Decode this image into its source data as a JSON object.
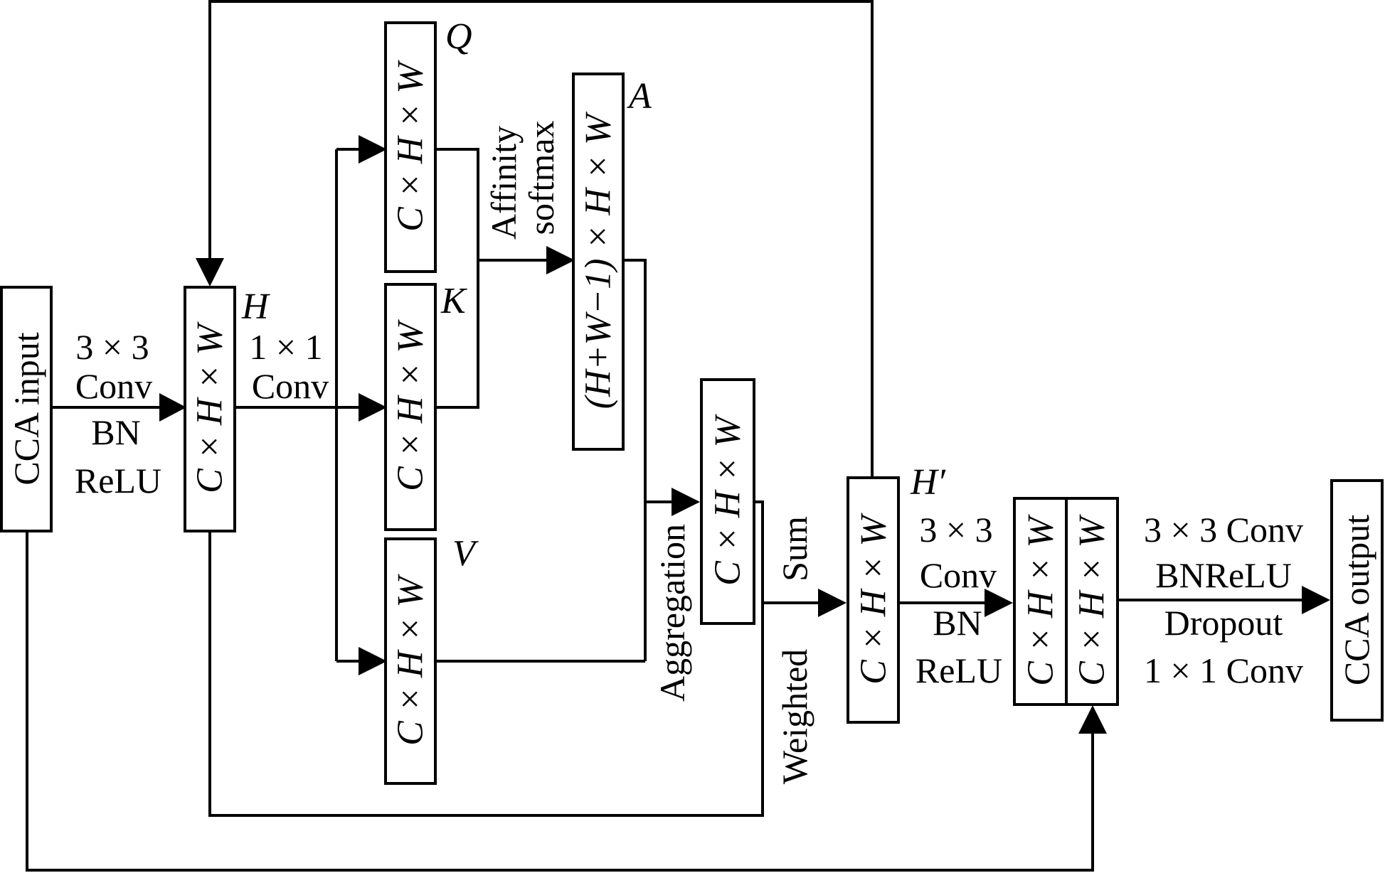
{
  "colors": {
    "line": "#000000",
    "background": "#ffffff"
  },
  "input_box": {
    "label": "CCA input"
  },
  "output_box": {
    "label": "CCA output"
  },
  "step1": {
    "line1": "3 × 3",
    "line2": "Conv",
    "line3": "BN",
    "line4": "ReLU"
  },
  "H_box": {
    "dims": "C × H × W",
    "name": "H"
  },
  "step2": {
    "line1": "1 × 1",
    "line2": "Conv"
  },
  "Q_box": {
    "dims": "C × H × W",
    "name": "Q"
  },
  "K_box": {
    "dims": "C × H × W",
    "name": "K"
  },
  "V_box": {
    "dims": "C × H × W",
    "name": "V"
  },
  "affinity": {
    "line1": "Affinity",
    "line2": "softmax"
  },
  "A_box": {
    "dims": "(H+W−1) × H × W",
    "name": "A"
  },
  "aggregation": {
    "label": "Aggregation"
  },
  "agg_box": {
    "dims": "C × H × W"
  },
  "weighted_sum": {
    "line1": "Sum",
    "line2": "Weighted"
  },
  "Hp_box": {
    "dims": "C × H × W",
    "name": "H′"
  },
  "step3": {
    "line1": "3 × 3",
    "line2": "Conv",
    "line3": "BN",
    "line4": "ReLU"
  },
  "concat": {
    "left_dims": "C × H × W",
    "right_dims": "C × H × W"
  },
  "step4": {
    "line1": "3 × 3 Conv",
    "line2": "BNReLU",
    "line3": "Dropout",
    "line4": "1 × 1 Conv"
  }
}
